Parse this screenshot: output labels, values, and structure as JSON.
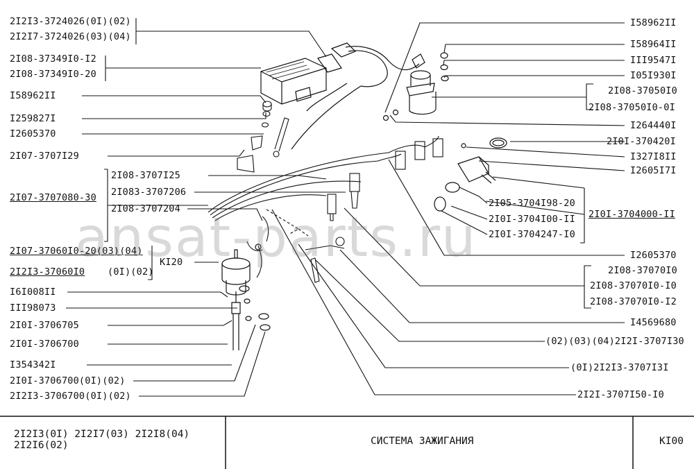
{
  "watermark": "ansat-parts.ru",
  "labels_left": [
    "2I2I3-3724026(0I)(02)",
    "2I2I7-3724026(03)(04)",
    "2I08-37349I0-I2",
    "2I08-37349I0-20",
    "I58962II",
    "I259827I",
    "I2605370",
    "2I07-3707I29",
    "2I08-3707I25",
    "2I083-3707206",
    "2I07-3707080-30",
    "2I08-3707204",
    "2I07-37060I0-20(03)(04)",
    "2I2I3-37060I0",
    "(0I)(02)",
    "KI20",
    "I6I008II",
    "III98073",
    "2I0I-3706705",
    "2I0I-3706700",
    "I354342I",
    "2I0I-3706700(0I)(02)",
    "2I2I3-3706700(0I)(02)"
  ],
  "labels_right": [
    "I58962II",
    "I58964II",
    "III9547I",
    "I05I930I",
    "2I08-37050I0",
    "2I08-37050I0-0I",
    "I264440I",
    "2I0I-370420I",
    "I327I8II",
    "I2605I7I",
    "2I05-3704I98-20",
    "2I0I-3704000-II",
    "2I0I-3704I00-II",
    "2I0I-3704247-I0",
    "I2605370",
    "2I08-37070I0",
    "2I08-37070I0-I0",
    "2I08-37070I0-I2",
    "I4569680",
    "(02)(03)(04)2I2I-3707I30",
    "(0I)2I2I3-3707I3I",
    "2I2I-3707I50-I0"
  ],
  "title_block": {
    "models_line1": "2I2I3(0I)  2I2I7(03)  2I2I8(04)",
    "models_line2": "2I2I6(02)",
    "title": "СИСТЕМА  ЗАЖИГАНИЯ",
    "code": "KI00"
  }
}
